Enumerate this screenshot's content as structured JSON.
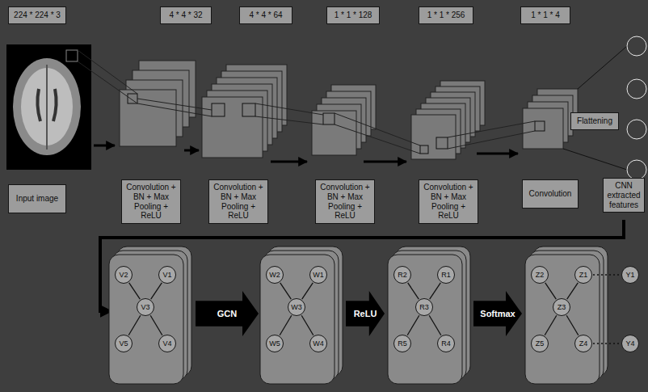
{
  "diagram": {
    "nodes": [
      {
        "text": [
          "224 * 224 * 3"
        ]
      },
      {
        "text": [
          "4 * 4 * 32"
        ]
      },
      {
        "text": [
          "4 * 4 * 64"
        ]
      },
      {
        "text": [
          "1 * 1 * 128"
        ]
      },
      {
        "text": [
          "1 * 1 * 256"
        ]
      },
      {
        "text": [
          "1 * 1 * 4"
        ]
      },
      {
        "text": [
          "Input image"
        ]
      },
      {
        "text": [
          "Convolution + BN + Max Pooling + ReLU"
        ]
      },
      {
        "text": [
          "Convolution + BN + Max Pooling + ReLU"
        ]
      },
      {
        "text": [
          "Convolution + BN + Max Pooling + ReLU"
        ]
      },
      {
        "text": [
          "Convolution + BN + Max Pooling + ReLU"
        ]
      },
      {
        "text": [
          "Convolution"
        ]
      },
      {
        "text": [
          "Flattening"
        ]
      },
      {
        "text": [
          "CNN extracted features"
        ]
      },
      {
        "text": [
          "V2"
        ]
      },
      {
        "text": [
          "V1"
        ]
      },
      {
        "text": [
          "V3"
        ]
      },
      {
        "text": [
          "V5"
        ]
      },
      {
        "text": [
          "V4"
        ]
      },
      {
        "text": [
          "GCN"
        ]
      },
      {
        "text": [
          "W2"
        ]
      },
      {
        "text": [
          "W1"
        ]
      },
      {
        "text": [
          "W3"
        ]
      },
      {
        "text": [
          "W5"
        ]
      },
      {
        "text": [
          "W4"
        ]
      },
      {
        "text": [
          "ReLU"
        ]
      },
      {
        "text": [
          "R2"
        ]
      },
      {
        "text": [
          "R1"
        ]
      },
      {
        "text": [
          "R3"
        ]
      },
      {
        "text": [
          "R5"
        ]
      },
      {
        "text": [
          "R4"
        ]
      },
      {
        "text": [
          "Softmax"
        ]
      },
      {
        "text": [
          "Z2"
        ]
      },
      {
        "text": [
          "Z1"
        ]
      },
      {
        "text": [
          "Z3"
        ]
      },
      {
        "text": [
          "Z5"
        ]
      },
      {
        "text": [
          "Z4"
        ]
      },
      {
        "text": [
          "Y1"
        ]
      },
      {
        "text": [
          "Y4"
        ]
      }
    ],
    "edges": [
      {
        "from": 16,
        "to": 15,
        "arrow": "none"
      },
      {
        "from": 16,
        "to": 14,
        "arrow": "none"
      },
      {
        "from": 16,
        "to": 18,
        "arrow": "none"
      },
      {
        "from": 16,
        "to": 17,
        "arrow": "none"
      },
      {
        "from": 22,
        "to": 21,
        "arrow": "none"
      },
      {
        "from": 22,
        "to": 20,
        "arrow": "none"
      },
      {
        "from": 22,
        "to": 24,
        "arrow": "none"
      },
      {
        "from": 22,
        "to": 23,
        "arrow": "none"
      },
      {
        "from": 28,
        "to": 27,
        "arrow": "none"
      },
      {
        "from": 28,
        "to": 26,
        "arrow": "none"
      },
      {
        "from": 28,
        "to": 30,
        "arrow": "none"
      },
      {
        "from": 28,
        "to": 29,
        "arrow": "none"
      },
      {
        "from": 34,
        "to": 33,
        "arrow": "none"
      },
      {
        "from": 34,
        "to": 32,
        "arrow": "none"
      },
      {
        "from": 34,
        "to": 36,
        "arrow": "none"
      },
      {
        "from": 34,
        "to": 35,
        "arrow": "none"
      },
      {
        "from": 33,
        "to": 37,
        "arrow": "none"
      },
      {
        "from": 36,
        "to": 38,
        "arrow": "none"
      }
    ]
  }
}
